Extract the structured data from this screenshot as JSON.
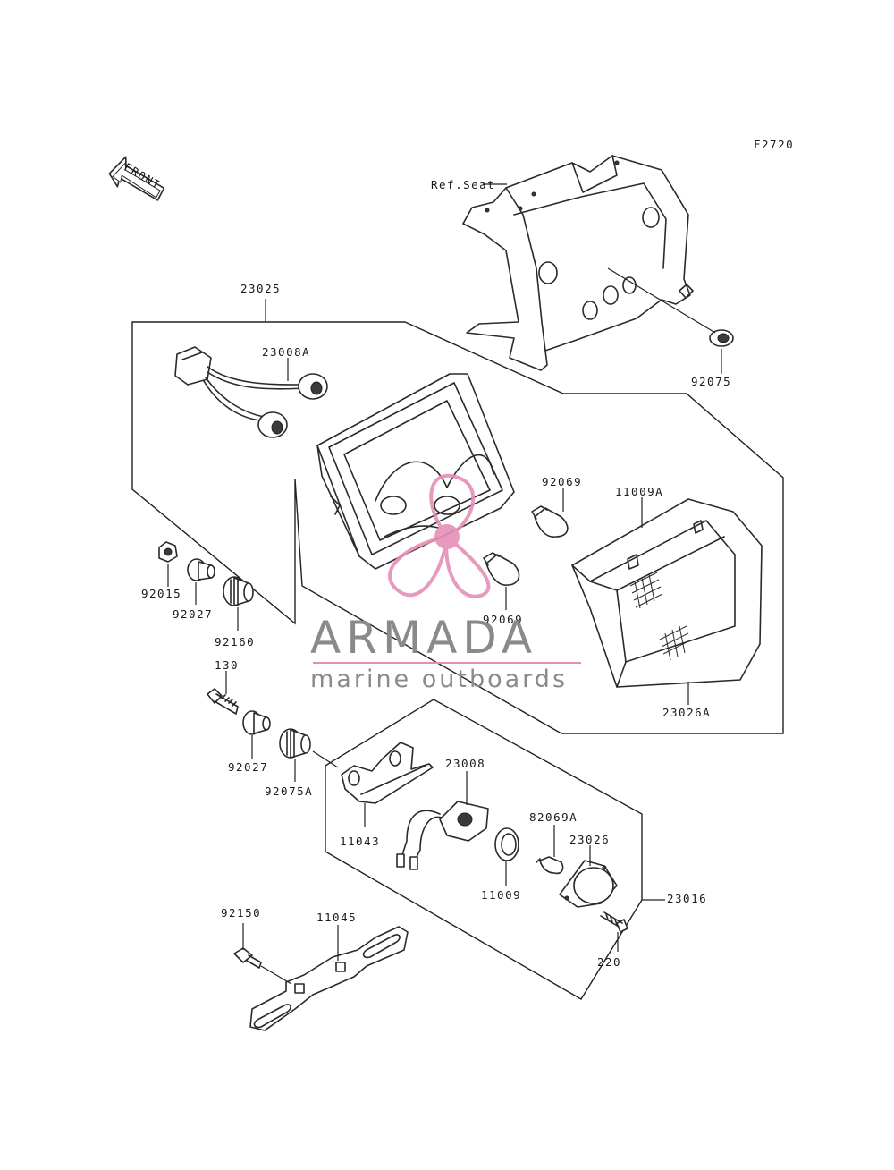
{
  "figure_code": "F2720",
  "front_marker": "FRONT",
  "callouts": {
    "ref_seat": "Ref.Seat",
    "p23025": "23025",
    "p23008A": "23008A",
    "p92075": "92075",
    "p92069_top": "92069",
    "p11009A": "11009A",
    "p92069_mid": "92069",
    "p92015": "92015",
    "p92027_a": "92027",
    "p92160": "92160",
    "p130": "130",
    "p92027_b": "92027",
    "p92075A": "92075A",
    "p23026A": "23026A",
    "p23008": "23008",
    "p11043": "11043",
    "p82069A": "82069A",
    "p23026": "23026",
    "p11009": "11009",
    "p23016": "23016",
    "p220": "220",
    "p92150": "92150",
    "p11045": "11045"
  },
  "watermark": {
    "title": "ARMADA",
    "subtitle": "marine outboards",
    "color_text": "#8a8a8a",
    "color_accent": "#e58fb8"
  }
}
